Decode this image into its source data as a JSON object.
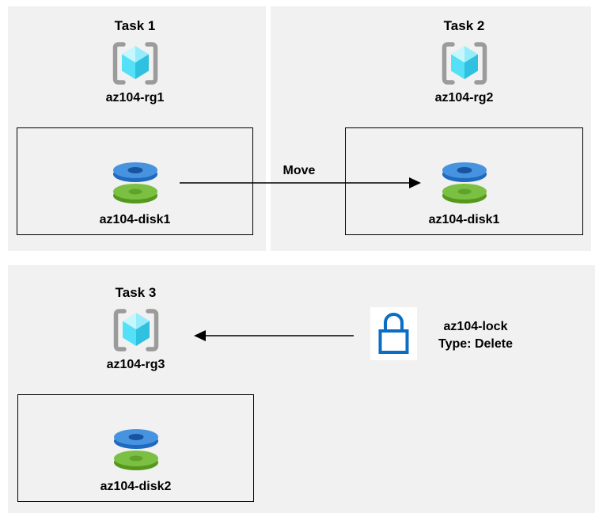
{
  "tasks": [
    {
      "title": "Task 1",
      "resource_group": "az104-rg1",
      "disk": "az104-disk1"
    },
    {
      "title": "Task 2",
      "resource_group": "az104-rg2",
      "disk": "az104-disk1"
    },
    {
      "title": "Task 3",
      "resource_group": "az104-rg3",
      "disk": "az104-disk2"
    }
  ],
  "arrows": {
    "move_label": "Move"
  },
  "lock": {
    "name": "az104-lock",
    "type": "Type: Delete"
  },
  "colors": {
    "panel_bg": "#f1f1f1",
    "box_border": "#000000",
    "arrow": "#000000",
    "text": "#000000",
    "bracket_gray": "#9b9b9b",
    "cube_top_light": "#c6f6fe",
    "cube_top": "#96ecfb",
    "cube_left": "#54e0f6",
    "cube_right": "#2ec2e0",
    "disk_blue": "#4793e0",
    "disk_blue_dark": "#1d6abe",
    "disk_blue_hole": "#17549f",
    "disk_green": "#7bc043",
    "disk_green_dark": "#55981d",
    "disk_green_hole": "#5fa32a",
    "lock_blue": "#0a6ec2"
  }
}
